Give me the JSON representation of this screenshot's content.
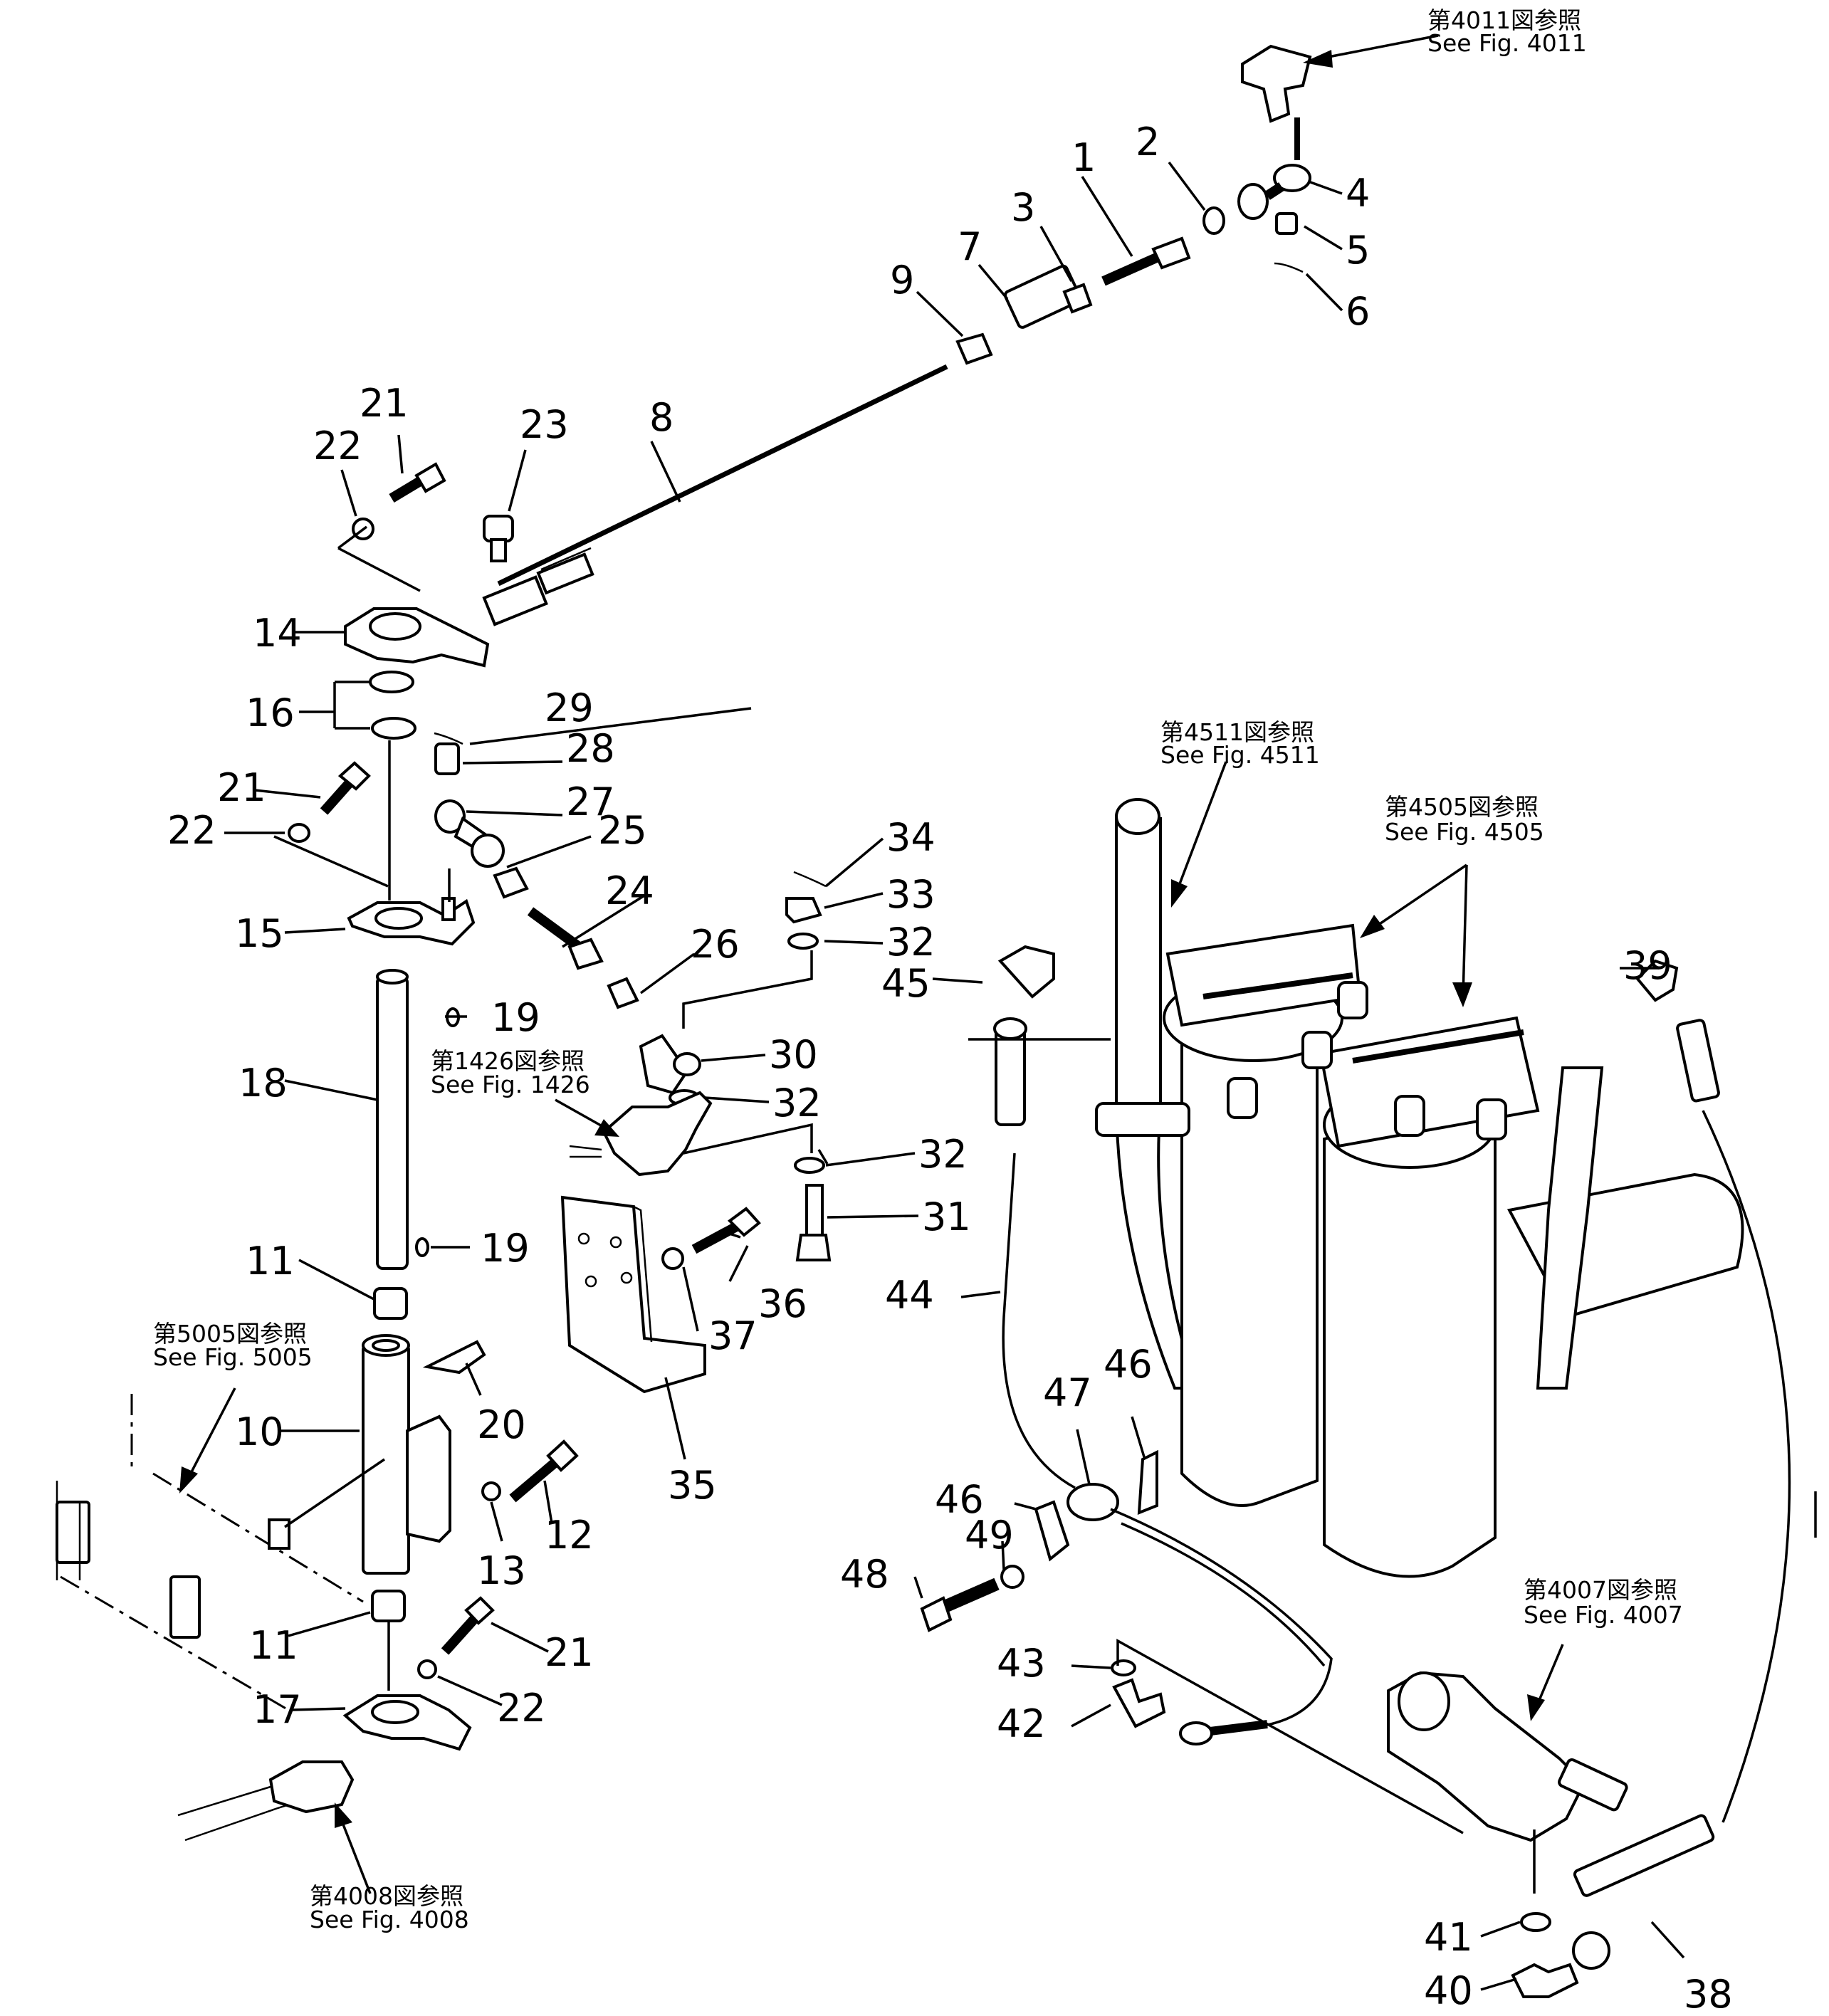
{
  "parts": [
    {
      "n": "1"
    },
    {
      "n": "2"
    },
    {
      "n": "3"
    },
    {
      "n": "4"
    },
    {
      "n": "5"
    },
    {
      "n": "6"
    },
    {
      "n": "7"
    },
    {
      "n": "8"
    },
    {
      "n": "9"
    },
    {
      "n": "10"
    },
    {
      "n": "11"
    },
    {
      "n": "11"
    },
    {
      "n": "12"
    },
    {
      "n": "13"
    },
    {
      "n": "14"
    },
    {
      "n": "15"
    },
    {
      "n": "16"
    },
    {
      "n": "17"
    },
    {
      "n": "18"
    },
    {
      "n": "19"
    },
    {
      "n": "19"
    },
    {
      "n": "20"
    },
    {
      "n": "21"
    },
    {
      "n": "21"
    },
    {
      "n": "21"
    },
    {
      "n": "22"
    },
    {
      "n": "22"
    },
    {
      "n": "22"
    },
    {
      "n": "23"
    },
    {
      "n": "24"
    },
    {
      "n": "25"
    },
    {
      "n": "26"
    },
    {
      "n": "27"
    },
    {
      "n": "28"
    },
    {
      "n": "29"
    },
    {
      "n": "30"
    },
    {
      "n": "31"
    },
    {
      "n": "32"
    },
    {
      "n": "32"
    },
    {
      "n": "32"
    },
    {
      "n": "33"
    },
    {
      "n": "34"
    },
    {
      "n": "35"
    },
    {
      "n": "36"
    },
    {
      "n": "37"
    },
    {
      "n": "38"
    },
    {
      "n": "39"
    },
    {
      "n": "40"
    },
    {
      "n": "41"
    },
    {
      "n": "42"
    },
    {
      "n": "43"
    },
    {
      "n": "44"
    },
    {
      "n": "45"
    },
    {
      "n": "46"
    },
    {
      "n": "46"
    },
    {
      "n": "47"
    },
    {
      "n": "48"
    },
    {
      "n": "49"
    }
  ],
  "refs": [
    {
      "jp": "第4011図参照",
      "en": "See Fig. 4011"
    },
    {
      "jp": "第4511図参照",
      "en": "See Fig. 4511"
    },
    {
      "jp": "第4505図参照",
      "en": "See Fig. 4505"
    },
    {
      "jp": "第1426図参照",
      "en": "See Fig. 1426"
    },
    {
      "jp": "第5005図参照",
      "en": "See Fig. 5005"
    },
    {
      "jp": "第4007図参照",
      "en": "See Fig. 4007"
    },
    {
      "jp": "第4008図参照",
      "en": "See Fig. 4008"
    }
  ]
}
